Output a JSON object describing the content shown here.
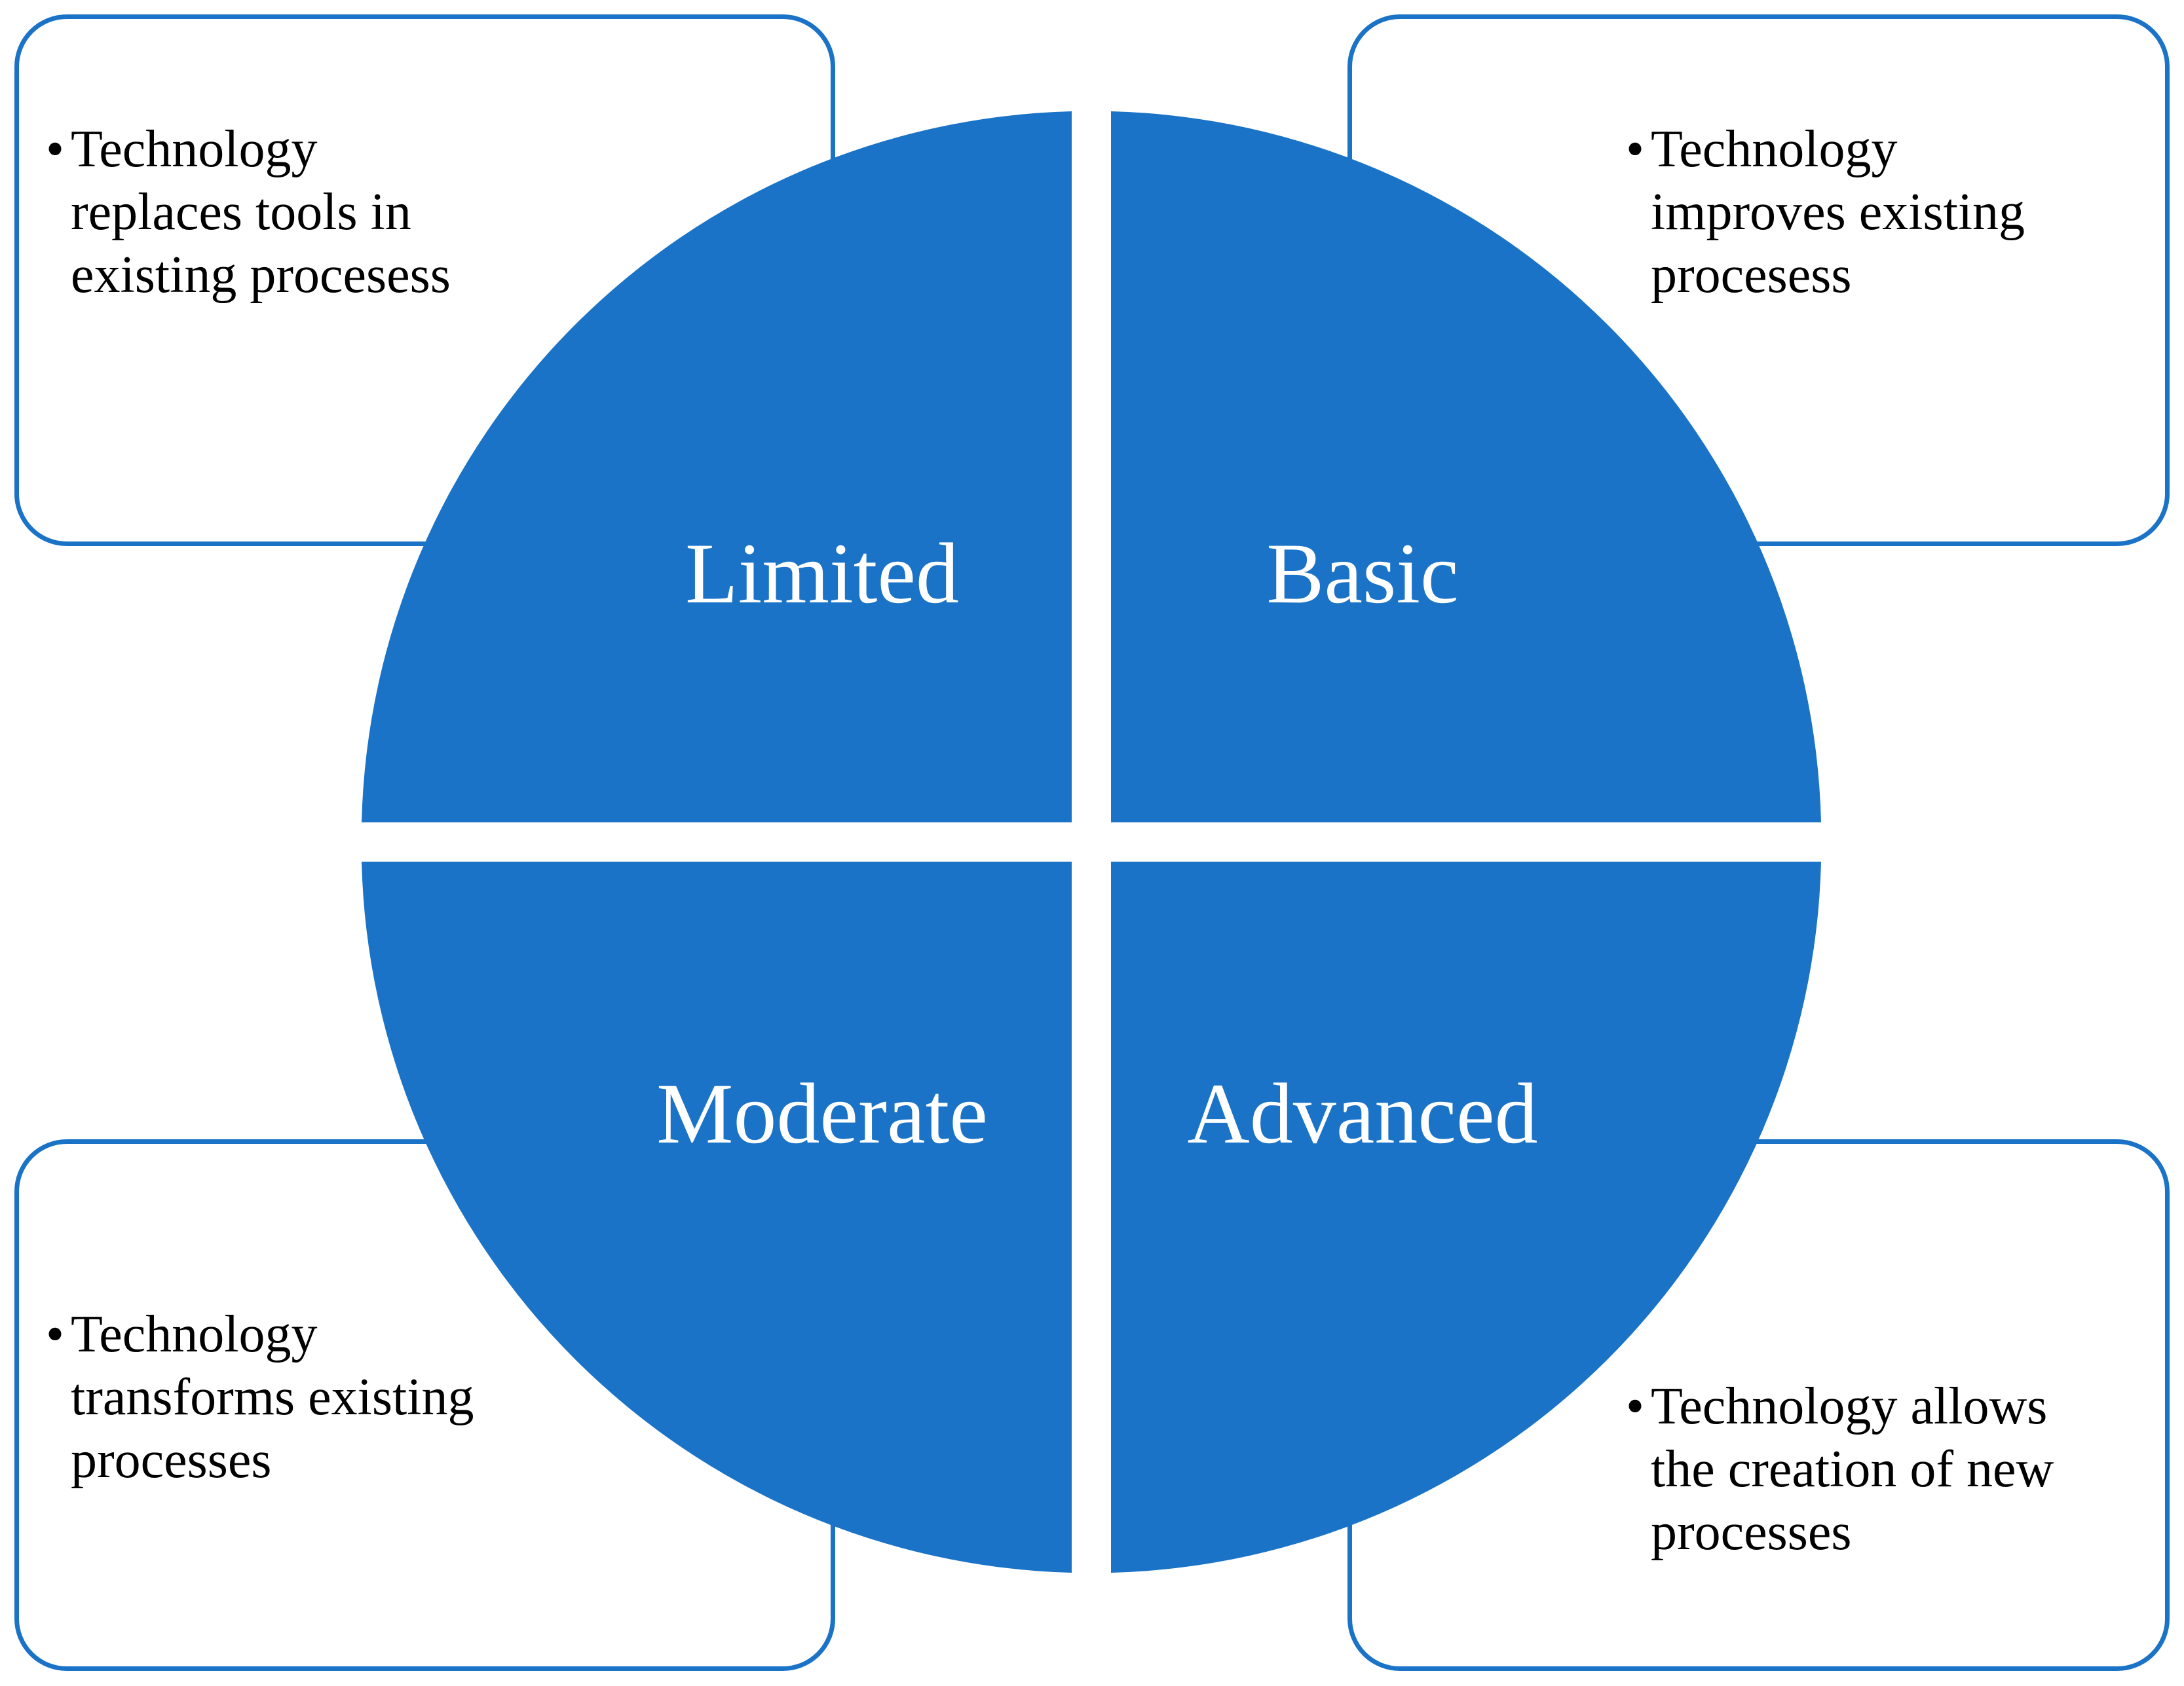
{
  "colors": {
    "accent": "#1a73c6",
    "box_border": "#1a73c6",
    "label_text": "#ffffff",
    "note_text": "#000000"
  },
  "quadrants": [
    {
      "label": "Limited",
      "note": [
        "Technology",
        "replaces tools in",
        "existing procesess"
      ]
    },
    {
      "label": "Basic",
      "note": [
        "Technology",
        "improves existing",
        "procesess"
      ]
    },
    {
      "label": "Moderate",
      "note": [
        "Technology",
        "transforms existing",
        "processes"
      ]
    },
    {
      "label": "Advanced",
      "note": [
        "Technology allows",
        "the creation of new",
        "processes"
      ]
    }
  ],
  "bullet_glyph": "•"
}
